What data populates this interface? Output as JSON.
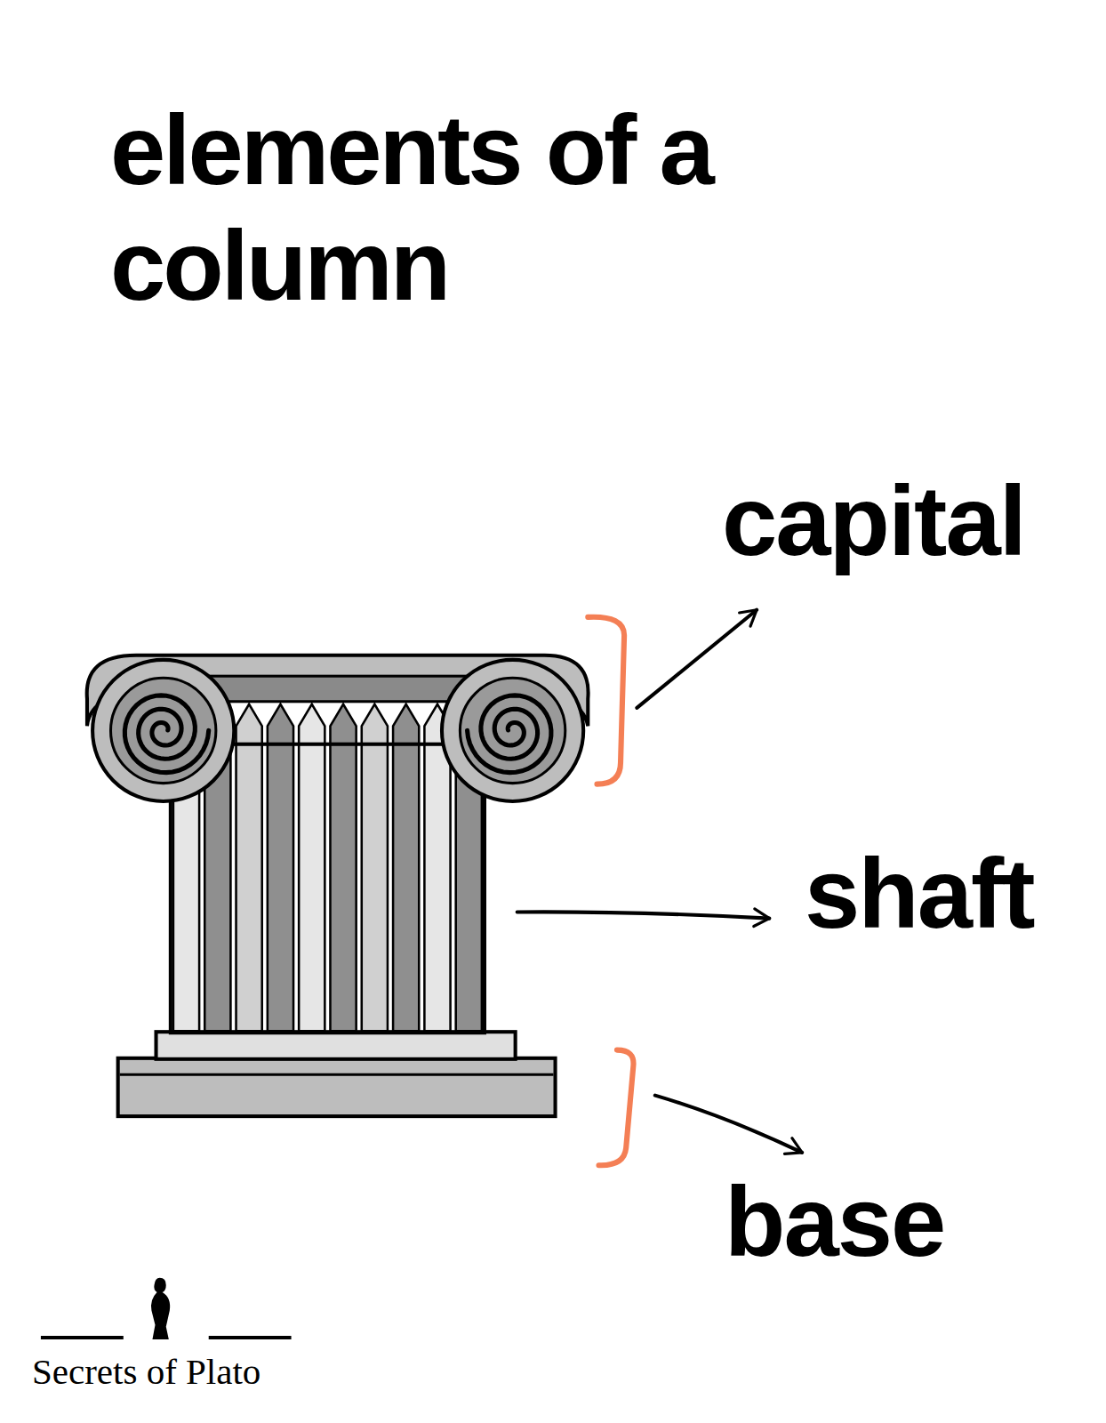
{
  "diagram": {
    "title": "elements of a column",
    "labels": [
      "capital",
      "shaft",
      "base",
      "Secrets of Plato"
    ]
  }
}
